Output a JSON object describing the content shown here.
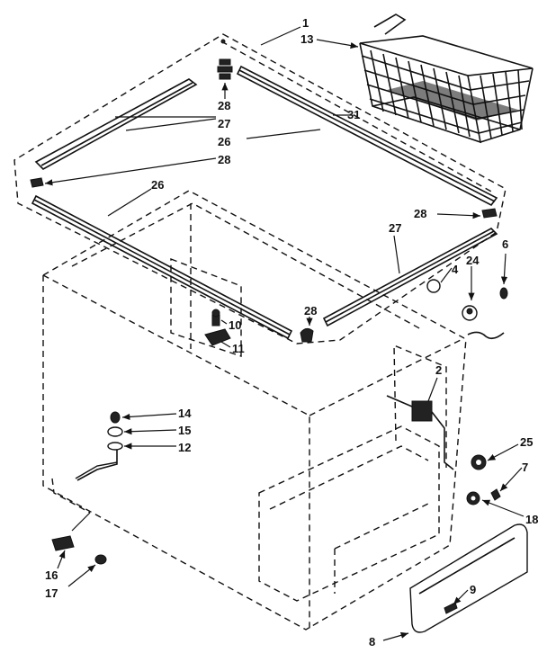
{
  "callouts": {
    "c1": "1",
    "c13": "13",
    "c28_top": "28",
    "c27_left": "27",
    "c31": "31",
    "c26_top": "26",
    "c28_left": "28",
    "c26_front": "26",
    "c28_right": "28",
    "c27_right": "27",
    "c6": "6",
    "c24": "24",
    "c4": "4",
    "c28_front": "28",
    "c10": "10",
    "c11": "11",
    "c2": "2",
    "c14": "14",
    "c15": "15",
    "c12": "12",
    "c25": "25",
    "c7": "7",
    "c18": "18",
    "c9": "9",
    "c8": "8",
    "c16": "16",
    "c17": "17"
  }
}
